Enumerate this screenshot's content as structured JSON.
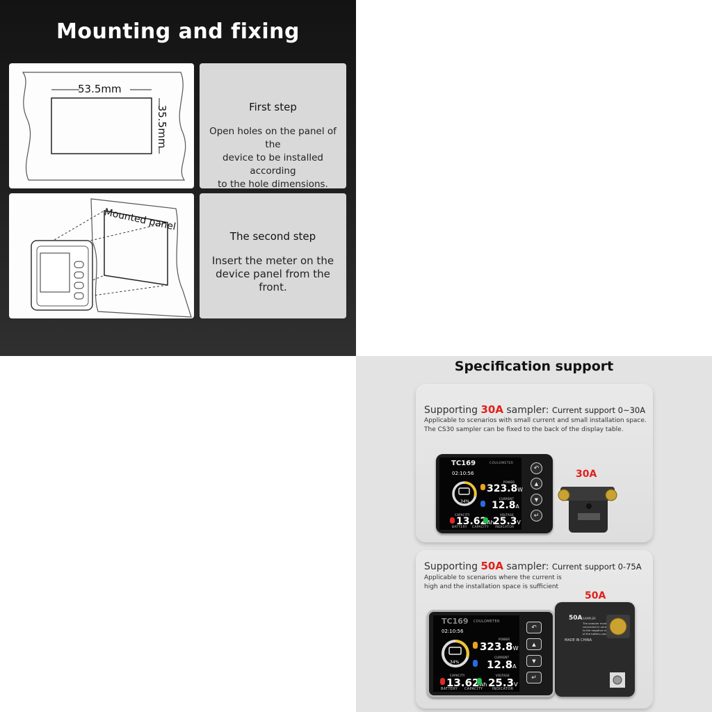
{
  "mounting": {
    "title": "Mounting and fixing",
    "width_label": "53.5mm",
    "height_label": "35.5mm",
    "panel_label": "Mounted panel",
    "step1_title": "First step",
    "step1_text": "Open holes on the panel of the\ndevice to be installed according\nto the hole dimensions.",
    "step2_title": "The second step",
    "step2_text": "Insert the meter on the\ndevice panel from the front."
  },
  "spec": {
    "title": "Specification support",
    "card30": {
      "prefix": "Supporting",
      "amp": "30A",
      "suffix": "sampler:",
      "current": "Current support 0~30A",
      "desc": "Applicable to scenarios with small current and small installation space.\nThe CS30 sampler can be fixed to the back of the display table.",
      "tag": "30A"
    },
    "card50": {
      "prefix": "Supporting",
      "amp": "50A",
      "suffix": "sampler:",
      "current": "Current support 0-75A",
      "desc": "Applicable to scenarios where the current is\n high and the installation space is sufficient",
      "tag": "50A",
      "sampler_label": "50A",
      "sampler_sub": "SAMPLER",
      "sampler_text": "The sampler must be\nconnected in series\nto the negative circuit\nof the battery pack.",
      "made_in": "MADE IN CHINA"
    },
    "meter": {
      "brand": "TC169",
      "subtitle": "COULOMETER",
      "time": "02:10:56",
      "percent": "34%",
      "power_label": "POWER",
      "power_value": "323.8",
      "power_unit": "W",
      "current_label": "CURRENT",
      "current_value": "12.8",
      "current_unit": "A",
      "capacity_label": "CAPACITY",
      "capacity_value": "13.62",
      "capacity_unit": "Ah",
      "voltage_label": "VOLTAGE",
      "voltage_value": "25.3",
      "voltage_unit": "V",
      "footer_battery": "BATTERY",
      "footer_capacity": "CAPACITY",
      "footer_indicator": "INDICATOR"
    }
  }
}
